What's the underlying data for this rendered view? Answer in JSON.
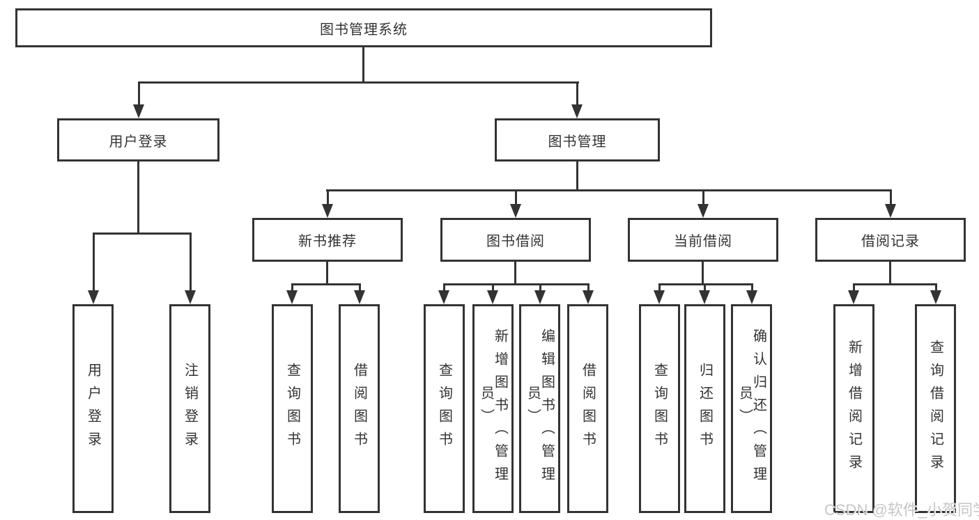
{
  "diagram": {
    "root": {
      "label": "图书管理系统"
    },
    "level1": [
      {
        "id": "user-login",
        "label": "用户登录"
      },
      {
        "id": "book-management",
        "label": "图书管理"
      }
    ],
    "level2": [
      {
        "id": "new-book-recommend",
        "label": "新书推荐"
      },
      {
        "id": "book-borrowing",
        "label": "图书借阅"
      },
      {
        "id": "current-borrowing",
        "label": "当前借阅"
      },
      {
        "id": "borrowing-records",
        "label": "借阅记录"
      }
    ],
    "leaves": {
      "user_login": [
        {
          "label": "用户登录"
        },
        {
          "label": "注销登录"
        }
      ],
      "new_book_recommend": [
        {
          "label": "查询图书"
        },
        {
          "label": "借阅图书"
        }
      ],
      "book_borrowing": [
        {
          "label": "查询图书"
        },
        {
          "label": "新增图书（管理员）"
        },
        {
          "label": "编辑图书（管理员）"
        },
        {
          "label": "借阅图书"
        }
      ],
      "current_borrowing": [
        {
          "label": "查询图书"
        },
        {
          "label": "归还图书"
        },
        {
          "label": "确认归还（管理员）"
        }
      ],
      "borrowing_records": [
        {
          "label": "新增借阅记录"
        },
        {
          "label": "查询借阅记录"
        }
      ]
    }
  },
  "watermark": {
    "text": "CSDN @软件_小贺同学"
  },
  "colors": {
    "line": "#333333",
    "text": "#333333",
    "box_background": "#ffffff",
    "page_background": "#ffffff",
    "watermark": "#c6c6c6"
  }
}
